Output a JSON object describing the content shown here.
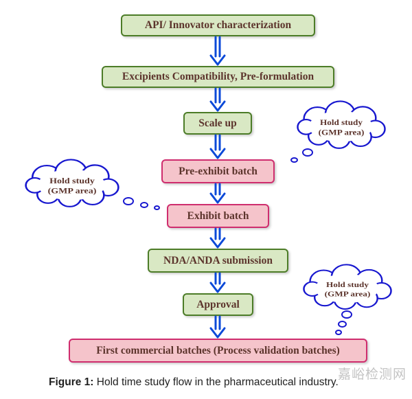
{
  "figure": {
    "caption_label": "Figure 1:",
    "caption_text": " Hold time study flow in the pharmaceutical industry.",
    "watermark": "嘉峪检测网"
  },
  "colors": {
    "green_box_fill": "#d9e8c4",
    "green_box_border": "#4c7c27",
    "pink_box_fill": "#f5c4cb",
    "pink_box_border": "#cf2d6e",
    "arrow_blue": "#0b49d8",
    "cloud_outline_blue": "#1717cf",
    "box_text_brown": "#5c342c"
  },
  "flow": {
    "steps": [
      {
        "label": "API/ Innovator characterization",
        "type": "green"
      },
      {
        "label": "Excipients Compatibility, Pre-formulation",
        "type": "green"
      },
      {
        "label": "Scale up",
        "type": "green"
      },
      {
        "label": "Pre-exhibit batch",
        "type": "pink"
      },
      {
        "label": "Exhibit batch",
        "type": "pink"
      },
      {
        "label": "NDA/ANDA submission",
        "type": "green"
      },
      {
        "label": "Approval",
        "type": "green"
      },
      {
        "label": "First commercial batches (Process validation batches)",
        "type": "pink"
      }
    ]
  },
  "clouds": [
    {
      "line1": "Hold study",
      "line2": "(GMP area)",
      "points_to": "Pre-exhibit batch"
    },
    {
      "line1": "Hold study",
      "line2": "(GMP area)",
      "points_to": "Exhibit batch"
    },
    {
      "line1": "Hold study",
      "line2": "(GMP area)",
      "points_to": "First commercial batches"
    }
  ]
}
